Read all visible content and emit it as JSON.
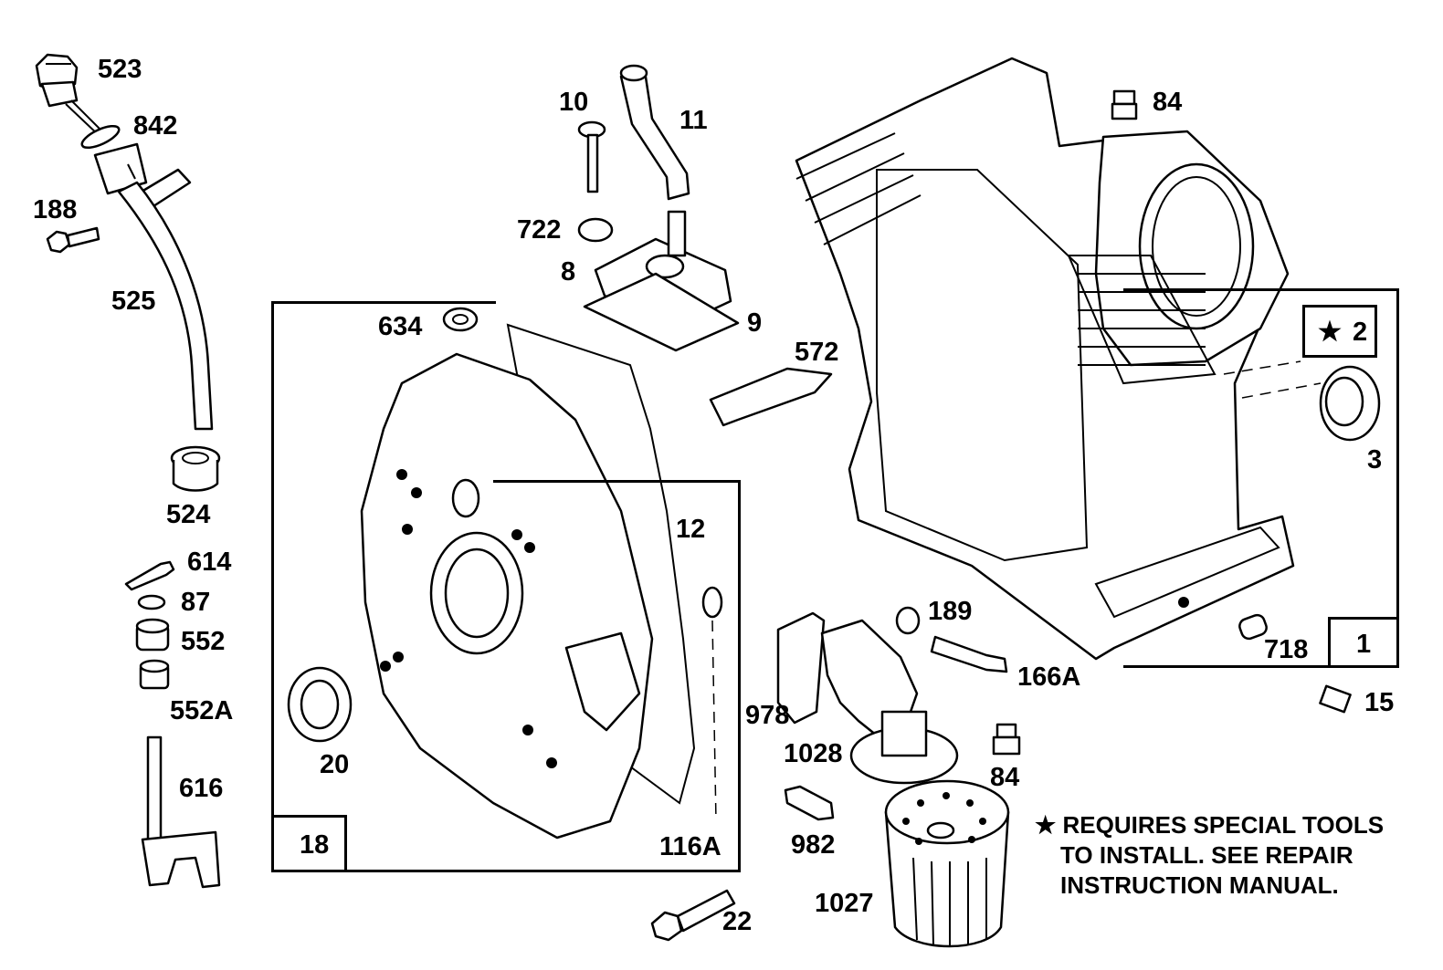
{
  "part_labels": {
    "l523": "523",
    "l842": "842",
    "l188": "188",
    "l525": "525",
    "l524": "524",
    "l614": "614",
    "l87": "87",
    "l552": "552",
    "l552a": "552A",
    "l616": "616",
    "l10": "10",
    "l11": "11",
    "l722": "722",
    "l8": "8",
    "l9": "9",
    "l634": "634",
    "l572": "572",
    "l12": "12",
    "l20": "20",
    "l116a": "116A",
    "l84a": "84",
    "l84b": "84",
    "l3": "3",
    "l189": "189",
    "l166a": "166A",
    "l718": "718",
    "l15": "15",
    "l978": "978",
    "l1028": "1028",
    "l982": "982",
    "l1027": "1027",
    "l22": "22"
  },
  "boxes": {
    "b18": "18",
    "b1": "1",
    "b2_star": "★",
    "b2": "2"
  },
  "note": {
    "line1": "★ REQUIRES SPECIAL TOOLS",
    "line2": "TO INSTALL.  SEE REPAIR",
    "line3": "INSTRUCTION MANUAL."
  }
}
